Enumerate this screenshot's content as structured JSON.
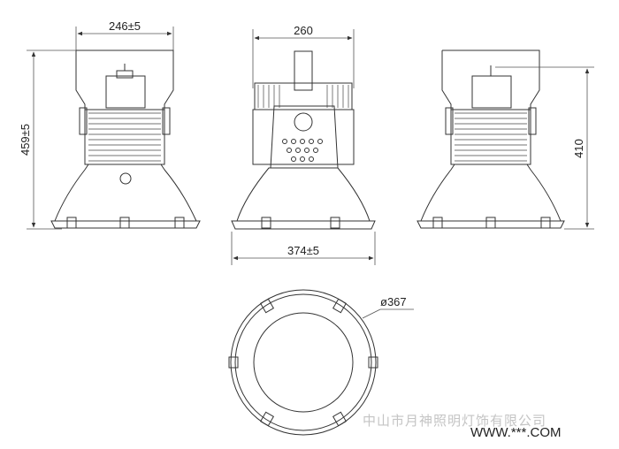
{
  "dimensions": {
    "front_width": "246±5",
    "front_height": "459±5",
    "side_top_width": "260",
    "side_bottom_width": "374±5",
    "right_height": "410",
    "bottom_diameter": "ø367"
  },
  "watermark": {
    "company": "中山市月神照明灯饰有限公司",
    "site": "WWW.***.COM"
  },
  "colors": {
    "line": "#333333",
    "watermark": "#c4c4c4"
  }
}
